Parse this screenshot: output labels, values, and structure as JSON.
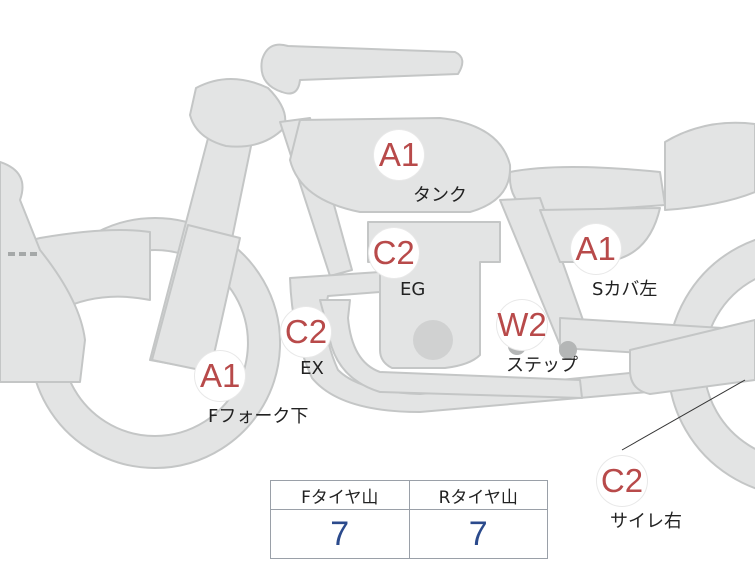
{
  "colors": {
    "bike_fill": "#e3e4e4",
    "bike_stroke": "#c4c6c6",
    "marker_text": "#b84a4a",
    "tire_value": "#2b4a8c"
  },
  "markers": [
    {
      "code": "A1",
      "label": "タンク"
    },
    {
      "code": "C2",
      "label": "EG"
    },
    {
      "code": "A1",
      "label": "Sカバ左"
    },
    {
      "code": "C2",
      "label": "EX"
    },
    {
      "code": "W2",
      "label": "ステップ"
    },
    {
      "code": "A1",
      "label": "Fフォーク下"
    },
    {
      "code": "C2",
      "label": "サイレ右"
    }
  ],
  "tire_table": {
    "headers": [
      "Fタイヤ山",
      "Rタイヤ山"
    ],
    "values": [
      "7",
      "7"
    ]
  }
}
